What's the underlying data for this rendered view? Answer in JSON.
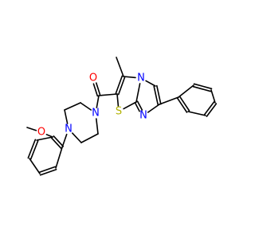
{
  "molecule": {
    "atoms": [
      {
        "id": "O_carbonyl",
        "label": "O",
        "color": "#ff0000"
      },
      {
        "id": "N_imid_bridge",
        "label": "N",
        "color": "#0000ff"
      },
      {
        "id": "N_imid_ring",
        "label": "N",
        "color": "#0000ff"
      },
      {
        "id": "S_thiazole",
        "label": "S",
        "color": "#b2b200"
      },
      {
        "id": "N_pip_top",
        "label": "N",
        "color": "#0000ff"
      },
      {
        "id": "N_pip_bottom",
        "label": "N",
        "color": "#0000ff"
      },
      {
        "id": "O_methoxy",
        "label": "O",
        "color": "#ff0000"
      }
    ],
    "bond_color": "#000000"
  }
}
